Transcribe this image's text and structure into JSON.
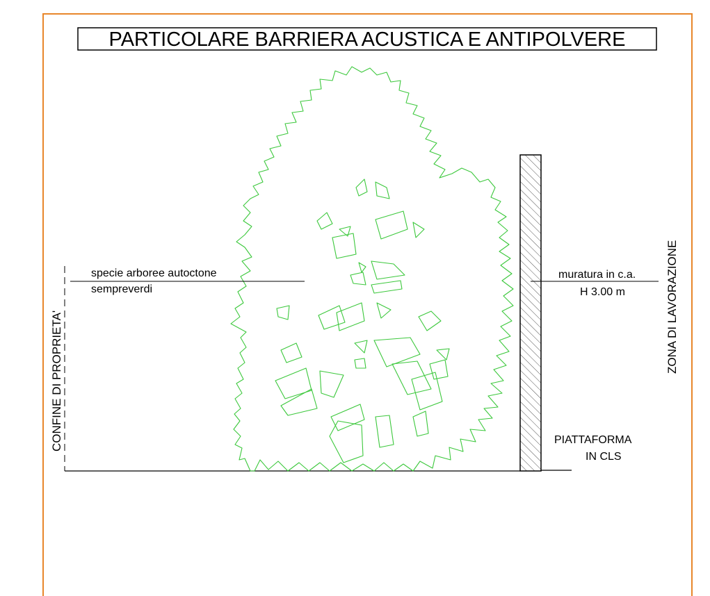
{
  "drawing": {
    "title": "PARTICOLARE BARRIERA ACUSTICA E ANTIPOLVERE",
    "property_line_label": "CONFINE DI PROPRIETA'",
    "work_zone_label": "ZONA DI LAVORAZIONE",
    "tree_label_line1": "specie arboree autoctone",
    "tree_label_line2": "sempreverdi",
    "wall_label_line1": "muratura in c.a.",
    "wall_label_line2": "H 3.00 m",
    "platform_label_line1": "PIATTAFORMA",
    "platform_label_line2": "IN CLS"
  },
  "colors": {
    "frame": "#e8862a",
    "tree": "#3cc83c",
    "linework": "#000000",
    "hatch": "#555555"
  },
  "icons": {
    "tree": "tree-icon",
    "wall": "concrete-wall-hatch"
  }
}
